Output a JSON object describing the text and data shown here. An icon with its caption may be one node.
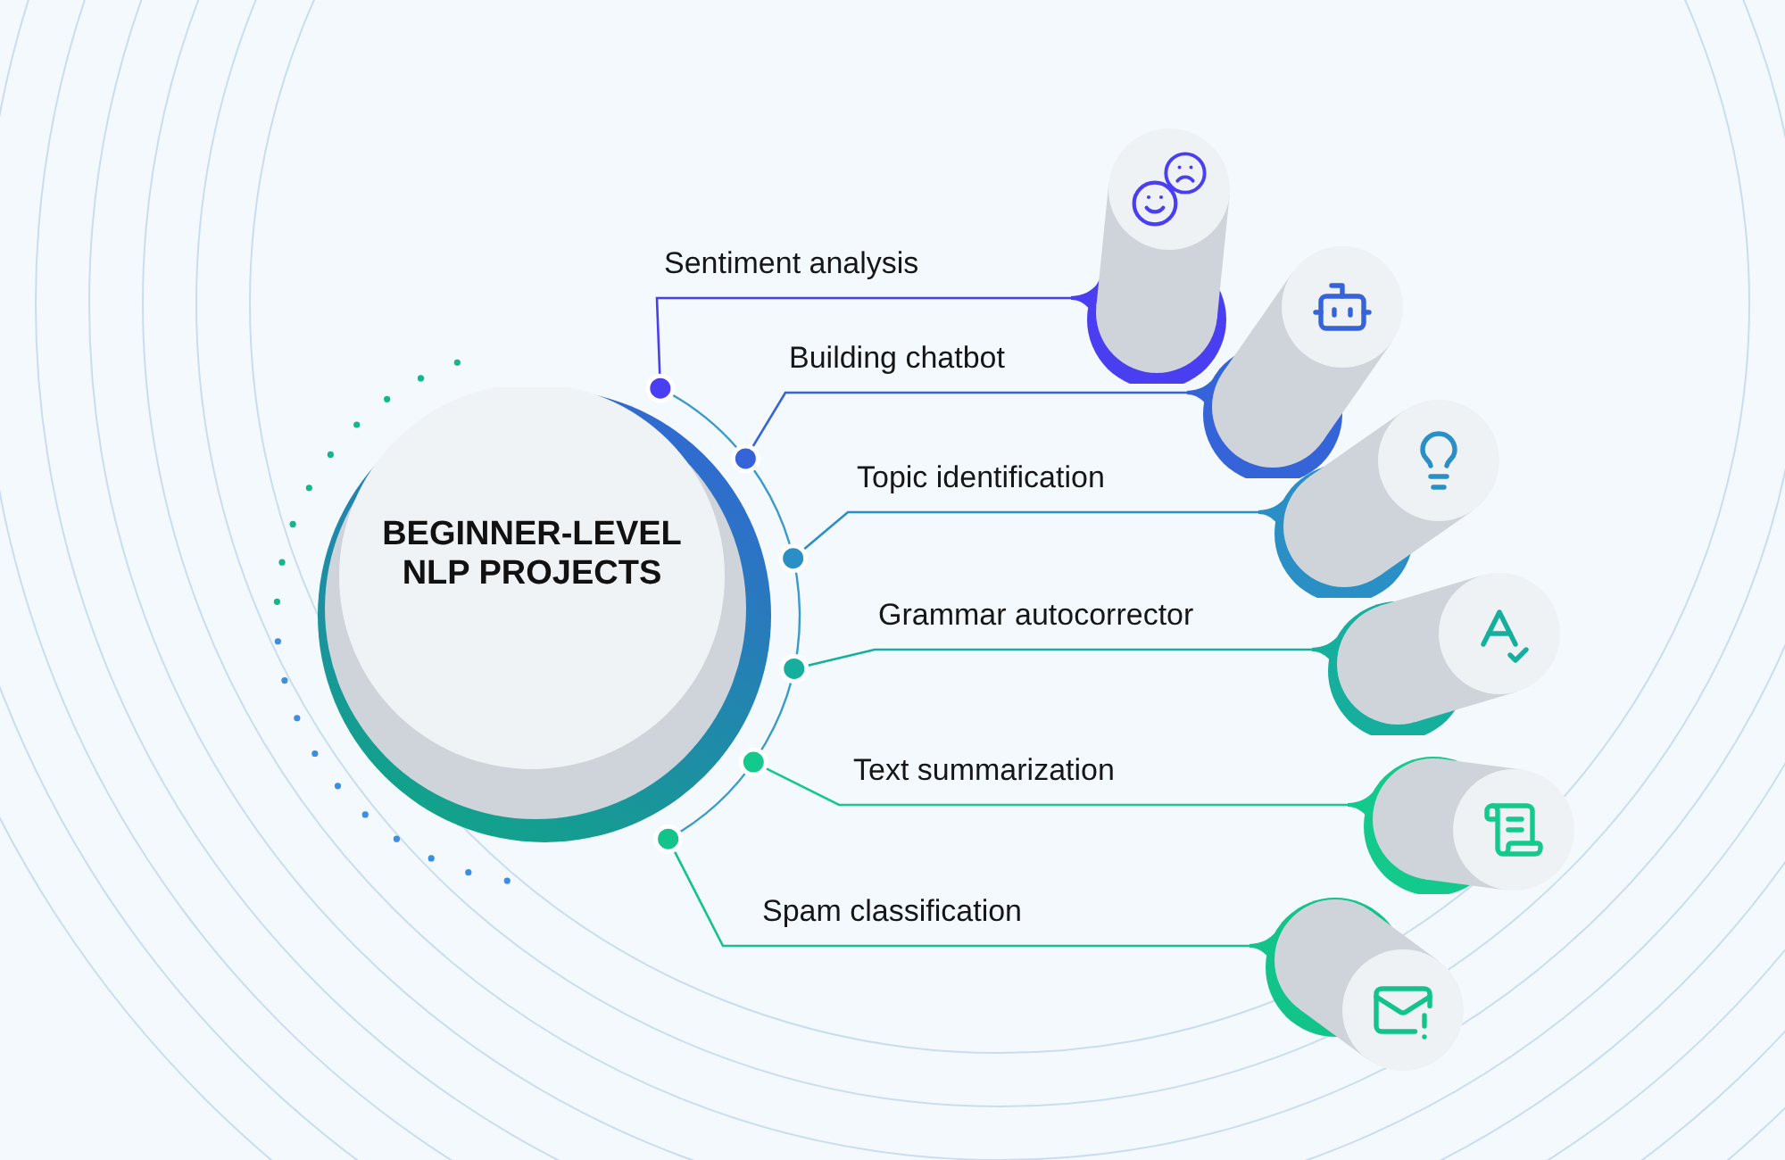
{
  "diagram": {
    "nodes": [
      {
        "text": [
          "BEGINNER-LEVEL NLP PROJECTS"
        ]
      },
      {
        "text": [],
        "shape": "cylinder"
      },
      {
        "text": [],
        "shape": "cylinder"
      },
      {
        "text": [],
        "shape": "cylinder"
      },
      {
        "text": [],
        "shape": "cylinder"
      },
      {
        "text": [],
        "shape": "cylinder"
      },
      {
        "text": [],
        "shape": "cylinder"
      }
    ],
    "edges": [
      {
        "from": 0,
        "to": 1,
        "arrow": "other",
        "label": "Sentiment analysis",
        "color": "#4a3ff0"
      },
      {
        "from": 0,
        "to": 2,
        "arrow": "other",
        "label": "Building chatbot",
        "color": "#3563d8"
      },
      {
        "from": 0,
        "to": 3,
        "arrow": "other",
        "label": "Topic identification",
        "color": "#2a8fc4"
      },
      {
        "from": 0,
        "to": 4,
        "arrow": "other",
        "label": "Grammar autocorrector",
        "color": "#16ae9c"
      },
      {
        "from": 0,
        "to": 5,
        "arrow": "other",
        "label": "Text summarization",
        "color": "#14c98c"
      },
      {
        "from": 0,
        "to": 6,
        "arrow": "other",
        "label": "Spam classification",
        "color": "#12c48a"
      }
    ]
  }
}
